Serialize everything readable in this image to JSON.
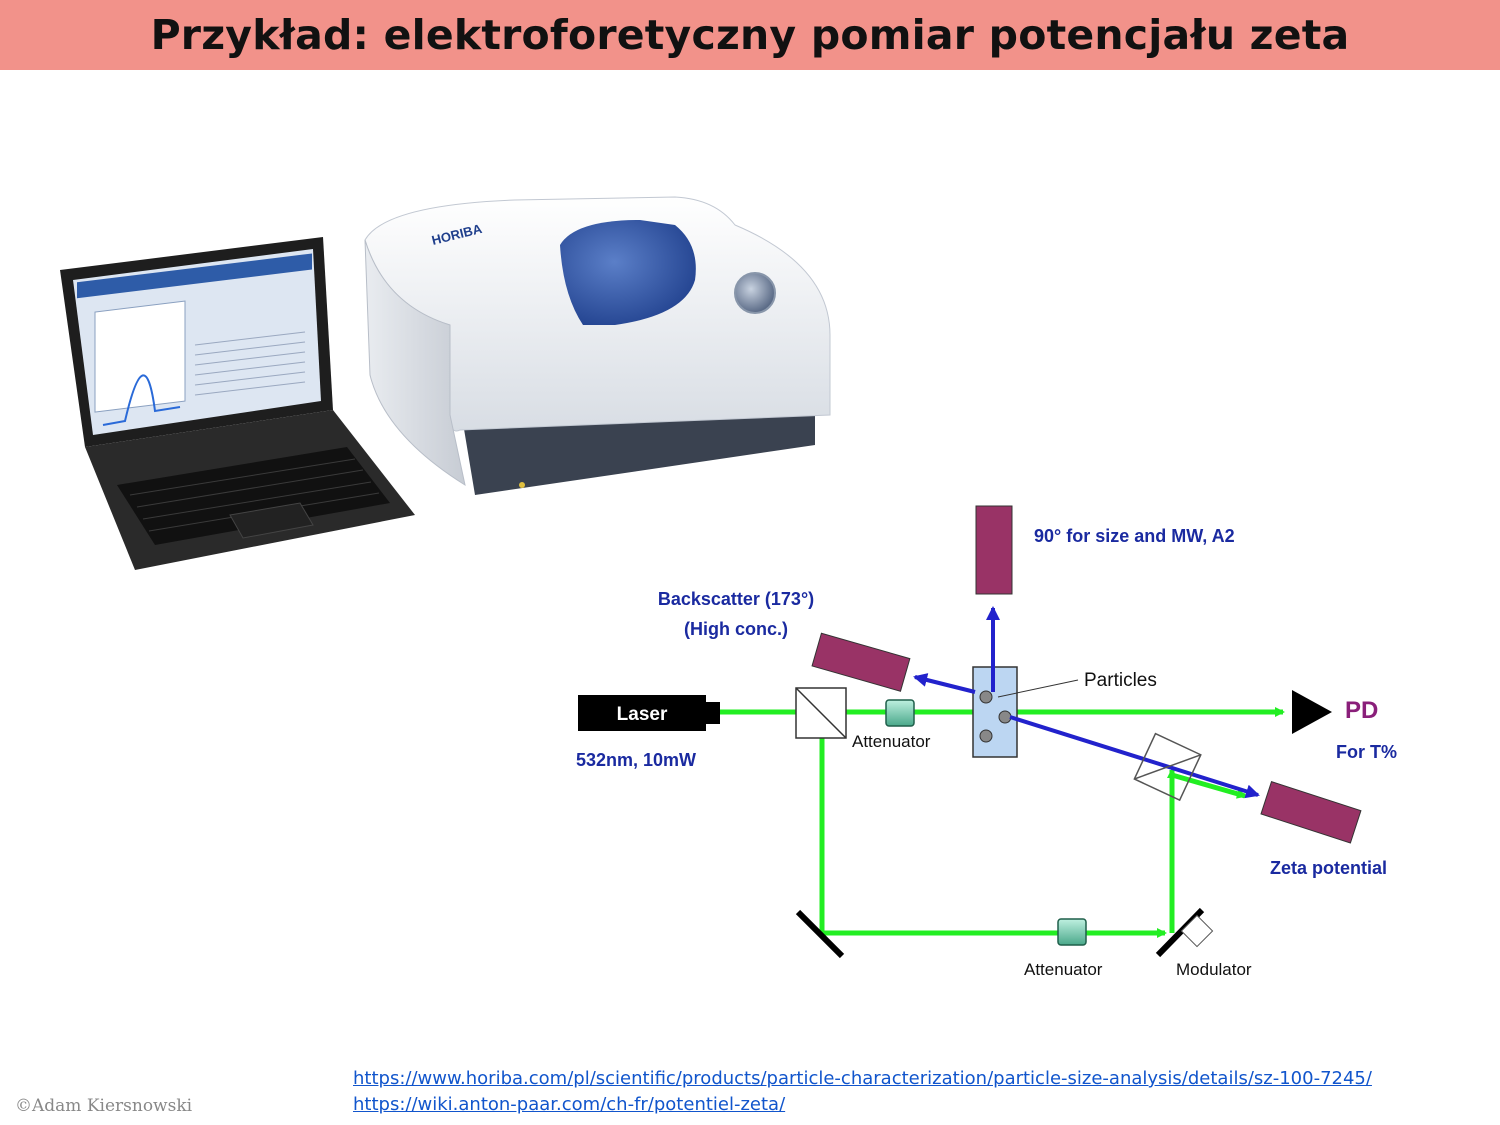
{
  "slide": {
    "title": "Przykład: elektroforetyczny pomiar potencjału zeta",
    "copyright": "©Adam Kiersnowski",
    "links": [
      "https://www.horiba.com/pl/scientific/products/particle-characterization/particle-size-analysis/details/sz-100-7245/",
      "https://wiki.anton-paar.com/ch-fr/potentiel-zeta/"
    ]
  },
  "photo": {
    "brand": "HORIBA"
  },
  "diagram": {
    "laser_label": "Laser",
    "laser_spec": "532nm, 10mW",
    "attenuator_top": "Attenuator",
    "attenuator_bottom": "Attenuator",
    "modulator": "Modulator",
    "particles": "Particles",
    "backscatter_line1": "Backscatter (173°)",
    "backscatter_line2": "(High conc.)",
    "ninety_label": "90° for size and MW, A2",
    "pd_label": "PD",
    "pd_sub": "For T%",
    "zeta_label": "Zeta potential"
  },
  "colors": {
    "title_bg": "#f2928a",
    "beam_green": "#22ee22",
    "scatter_blue": "#2222cc",
    "detector": "#993366",
    "label_blue": "#1a2aa0",
    "pd_purple": "#8a1f7a"
  }
}
